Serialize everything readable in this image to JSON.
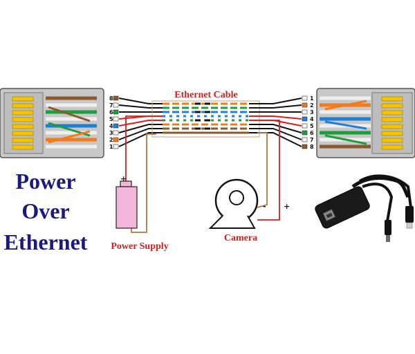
{
  "title": {
    "line1": "Power",
    "line2": "Over",
    "line3": "Ethernet"
  },
  "labels": {
    "ethernet_cable": "Ethernet Cable",
    "power_supply": "Power Supply",
    "camera": "Camera"
  },
  "signs": {
    "supply_plus": "+",
    "camera_minus": "-",
    "camera_plus": "+"
  },
  "left_connector_pins": [
    "8",
    "7",
    "6",
    "5",
    "4",
    "3",
    "2",
    "1"
  ],
  "right_connector_pins": [
    "1",
    "2",
    "3",
    "4",
    "5",
    "6",
    "7",
    "8"
  ],
  "wire_colors": {
    "orange": "#f07c1e",
    "green": "#1c9e3a",
    "blue": "#1f7fd6",
    "brown": "#8b5a2b",
    "black": "#111111",
    "red": "#e01b1b",
    "contact_yellow": "#f5c400"
  }
}
